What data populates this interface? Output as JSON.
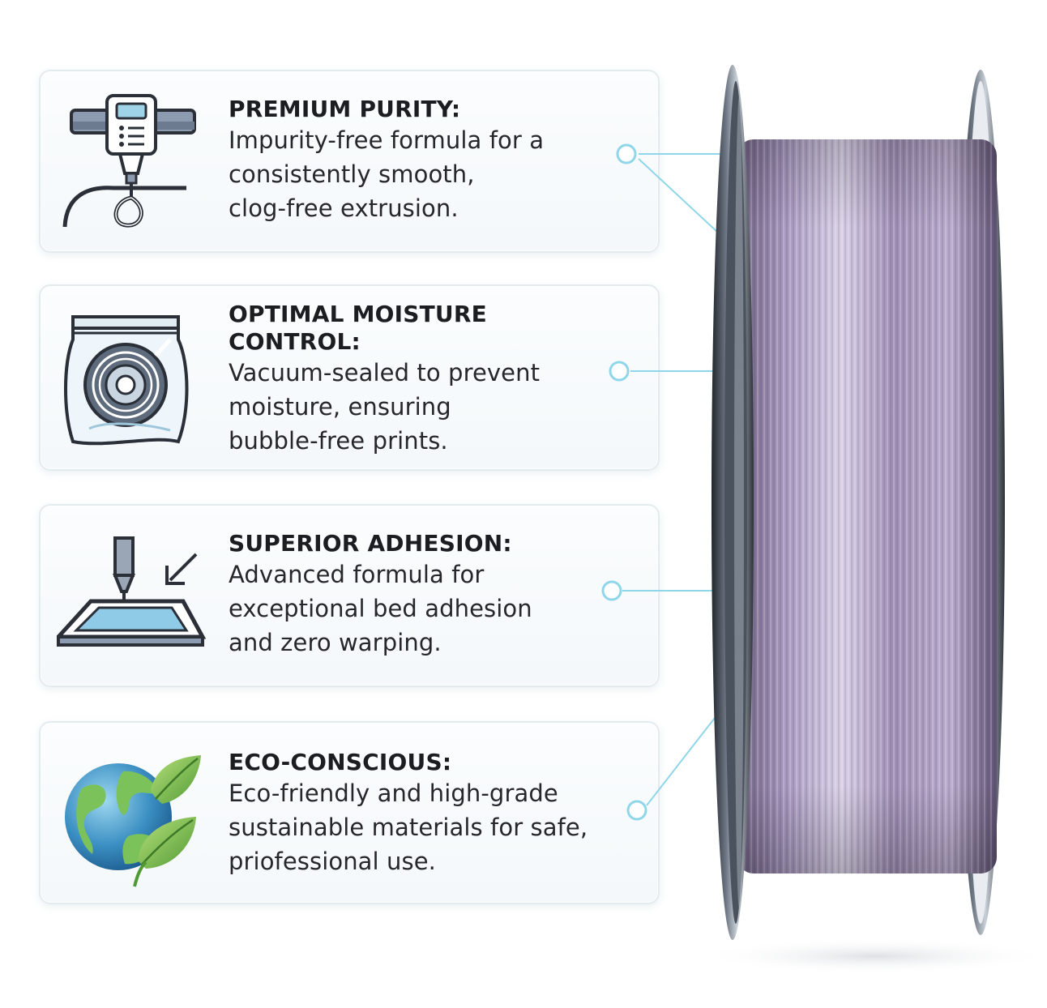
{
  "features": [
    {
      "title": "PREMIUM PURITY:",
      "description": "Impurity-free formula for a\nconsistently smooth,\nclog-free extrusion.",
      "icon": "extruder-nozzle-icon"
    },
    {
      "title": "OPTIMAL MOISTURE\nCONTROL:",
      "description": "Vacuum-sealed to prevent\nmoisture, ensuring\nbubble-free prints.",
      "icon": "vacuum-sealed-spool-icon"
    },
    {
      "title": "SUPERIOR ADHESION:",
      "description": "Advanced formula for\nexceptional bed adhesion\nand zero warping.",
      "icon": "print-bed-adhesion-icon"
    },
    {
      "title": "ECO-CONSCIOUS:",
      "description": "Eco-friendly and high-grade\nsustainable materials for safe,\npriofessional use.",
      "icon": "globe-leaves-icon"
    }
  ],
  "product": {
    "icon": "filament-spool-image",
    "filament_color": "#9f8fb5",
    "accent_color": "#8fd6ea"
  }
}
